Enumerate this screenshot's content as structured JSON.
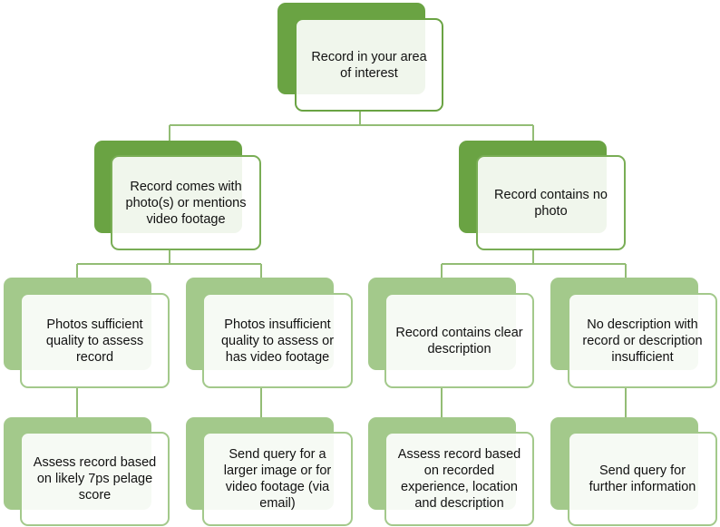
{
  "colors": {
    "dark_green": "#6aa343",
    "light_green": "#a3c98b",
    "connector": "#93bd75"
  },
  "nodes": {
    "root": "Record in your area of interest",
    "photo": "Record comes with photo(s) or mentions video footage",
    "no_photo": "Record contains no photo",
    "photos_sufficient": "Photos sufficient quality to assess record",
    "photos_insufficient": "Photos insufficient quality to assess or has video footage",
    "clear_description": "Record contains clear description",
    "no_description": "No description with record or description insufficient",
    "assess_pelage": "Assess record based on likely 7ps pelage score",
    "send_query_image": "Send query for a larger image or for video footage (via email)",
    "assess_experience": "Assess record based on recorded experience, location and description",
    "send_query_info": "Send query for further information"
  }
}
